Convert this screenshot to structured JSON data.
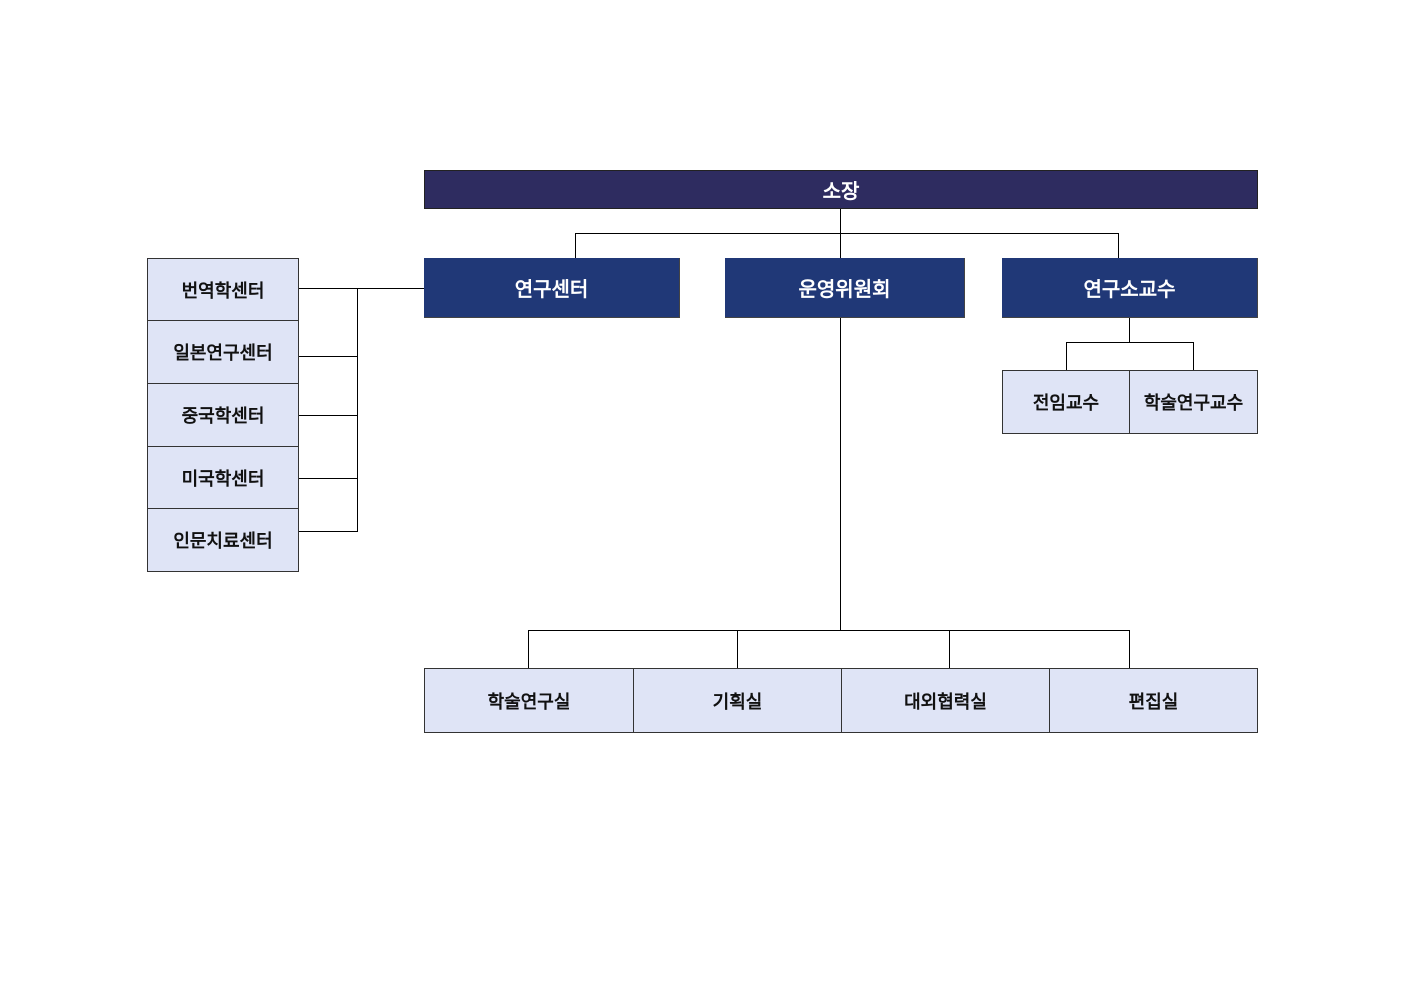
{
  "director": "소장",
  "main_units": {
    "research_center": "연구센터",
    "steering_committee": "운영위원회",
    "faculty": "연구소교수"
  },
  "centers": [
    "번역학센터",
    "일본연구센터",
    "중국학센터",
    "미국학센터",
    "인문치료센터"
  ],
  "faculty_types": [
    "전임교수",
    "학술연구교수"
  ],
  "offices": [
    "학술연구실",
    "기획실",
    "대외협력실",
    "편집실"
  ]
}
